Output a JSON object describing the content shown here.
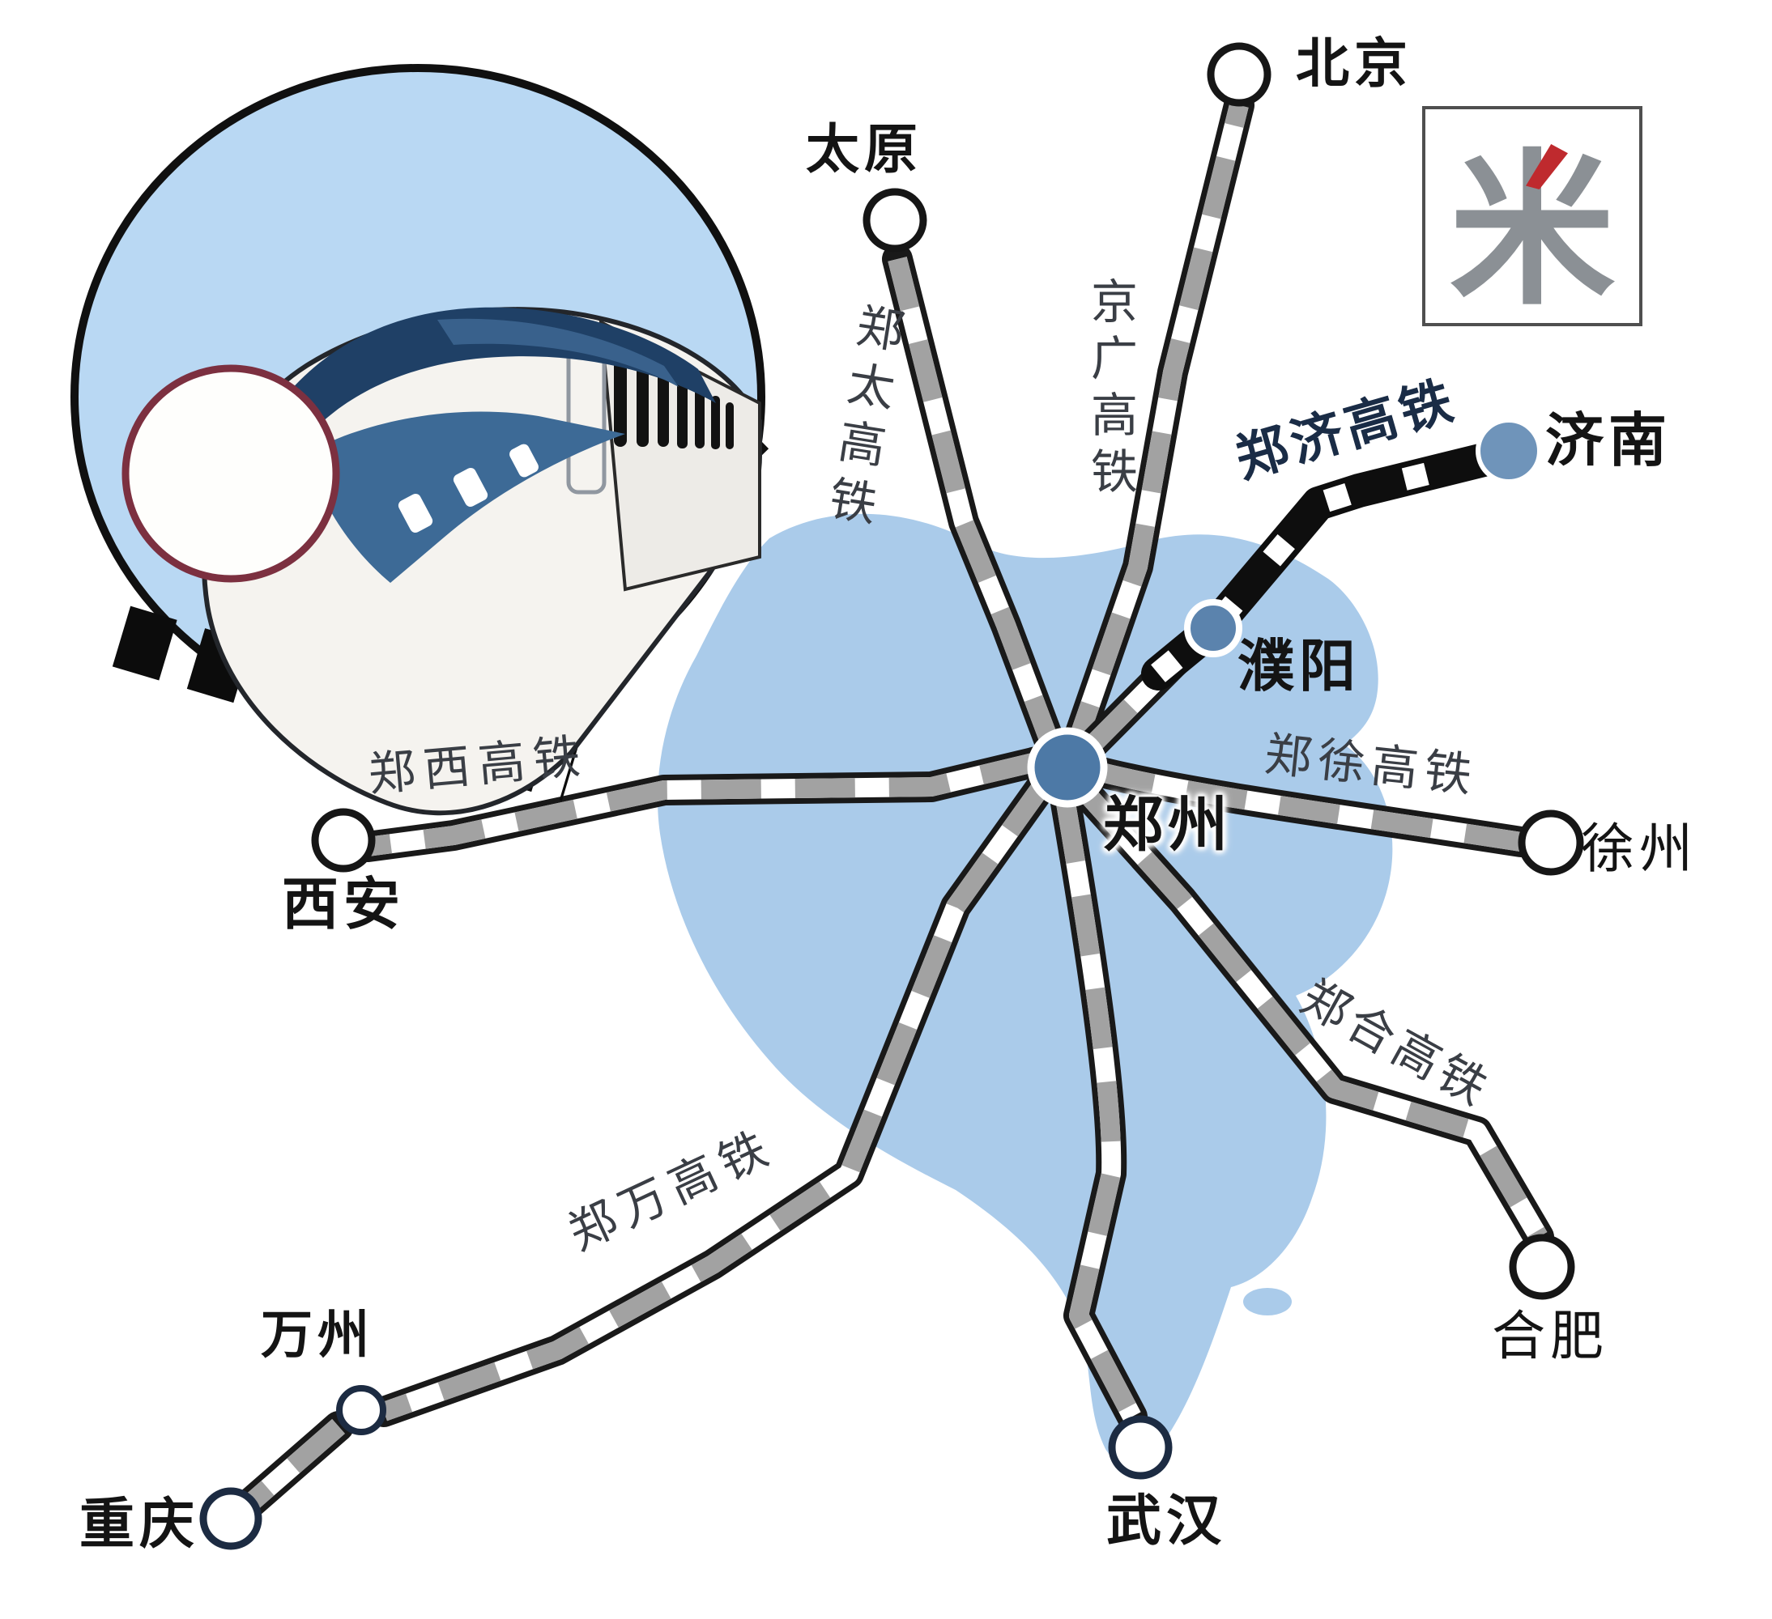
{
  "badge": {
    "character": "米",
    "char_color": "#8b9095",
    "accent_color": "#bf2a2e"
  },
  "icons": {
    "train_emblem": "bullet-train-illustration"
  },
  "stations": {
    "beijing": {
      "label": "北京"
    },
    "taiyuan": {
      "label": "太原"
    },
    "jinan": {
      "label": "济南"
    },
    "puyang": {
      "label": "濮阳"
    },
    "zhengzhou": {
      "label": "郑州"
    },
    "xuzhou": {
      "label": "徐州"
    },
    "xian": {
      "label": "西安"
    },
    "hefei": {
      "label": "合肥"
    },
    "wuhan": {
      "label": "武汉"
    },
    "wanzhou": {
      "label": "万州"
    },
    "chongqing": {
      "label": "重庆"
    }
  },
  "lines": {
    "zhengji": {
      "label": "郑济高铁",
      "status": "highlighted"
    },
    "jingguang": {
      "label": "京广高铁"
    },
    "zhengtai": {
      "label": "郑太高铁"
    },
    "zhengxi": {
      "label": "郑西高铁"
    },
    "zhengxu": {
      "label": "郑徐高铁"
    },
    "zhenghe": {
      "label": "郑合高铁"
    },
    "zhengwan": {
      "label": "郑万高铁"
    }
  },
  "colors": {
    "province": "#aacbea",
    "rail_gray": "#a2a2a2",
    "rail_edge": "#191919",
    "highlight_line": "#0e0e0e",
    "hub_station_fill": "#4d79a6",
    "opened_station_fill": "#6f94ba",
    "highlight_label": "#1a2c46"
  }
}
